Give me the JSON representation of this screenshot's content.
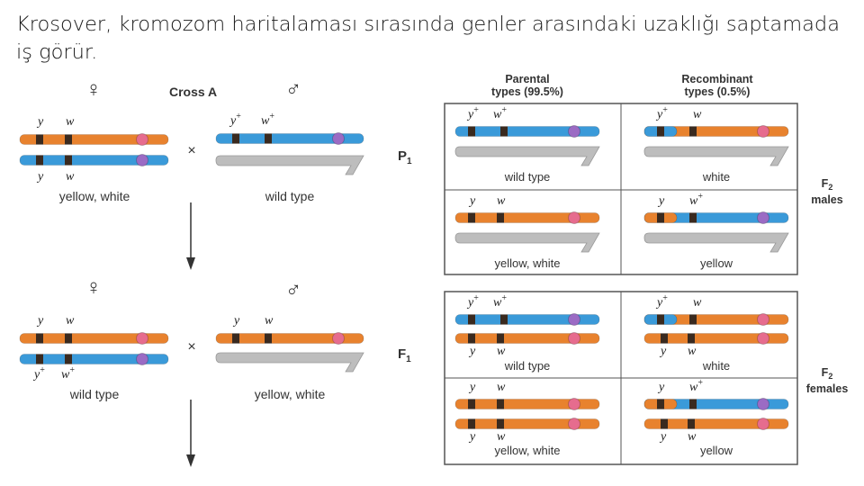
{
  "slide": {
    "title": "Krosover, kromozom haritalaması sırasında genler arasındaki uzaklığı saptamada iş görür."
  },
  "colors": {
    "orange": "#E8822E",
    "blue": "#3A9AD9",
    "gray_y": "#BDBDBD",
    "gene_band": "#3a2a1f",
    "pink_centromere": "#E66C8E",
    "purple_centromere": "#9B6BC4",
    "panel_border": "#555555"
  },
  "cross": {
    "title": "Cross A",
    "female_symbol": "♀",
    "male_symbol": "♂",
    "times_symbol": "×",
    "arrow_symbol": "↓",
    "p1": {
      "label_main": "P",
      "label_sub": "1",
      "female": {
        "top_genes": [
          "y",
          "w"
        ],
        "bottom_genes": [
          "y",
          "w"
        ],
        "phenotype": "yellow, white"
      },
      "male": {
        "top_genes": [
          "y",
          "w"
        ],
        "top_plus": [
          "+",
          "+"
        ],
        "phenotype": "wild type"
      }
    },
    "f1": {
      "label_main": "F",
      "label_sub": "1",
      "female": {
        "top_genes": [
          "y",
          "w"
        ],
        "bottom_genes": [
          "y",
          "w"
        ],
        "bottom_plus": [
          "+",
          "+"
        ],
        "phenotype": "wild type"
      },
      "male": {
        "top_genes": [
          "y",
          "w"
        ],
        "phenotype": "yellow, white"
      }
    }
  },
  "panels": {
    "parental_header": "Parental",
    "parental_sub": "types (99.5%)",
    "recombinant_header": "Recombinant",
    "recombinant_sub": "types (0.5%)",
    "f2_main": "F",
    "f2_sub": "2",
    "males_label": "males",
    "females_label": "females",
    "males": {
      "parental_top": {
        "genes": [
          "y",
          "w"
        ],
        "plus": [
          "+",
          "+"
        ],
        "phenotype": "wild type"
      },
      "recombinant_top": {
        "genes": [
          "y",
          "w"
        ],
        "plus": [
          "+",
          ""
        ],
        "phenotype": "white"
      },
      "parental_bottom": {
        "genes": [
          "y",
          "w"
        ],
        "plus": [
          "",
          ""
        ],
        "phenotype": "yellow, white"
      },
      "recombinant_bottom": {
        "genes": [
          "y",
          "w"
        ],
        "plus": [
          "",
          "+"
        ],
        "phenotype": "yellow"
      }
    },
    "females": {
      "parental_top": {
        "top_genes": [
          "y",
          "w"
        ],
        "top_plus": [
          "+",
          "+"
        ],
        "bottom_genes": [
          "y",
          "w"
        ],
        "phenotype": "wild type"
      },
      "recombinant_top": {
        "top_genes": [
          "y",
          "w"
        ],
        "top_plus": [
          "+",
          ""
        ],
        "bottom_genes": [
          "y",
          "w"
        ],
        "phenotype": "white"
      },
      "parental_bottom": {
        "top_genes": [
          "y",
          "w"
        ],
        "bottom_genes": [
          "y",
          "w"
        ],
        "phenotype": "yellow, white"
      },
      "recombinant_bottom": {
        "top_genes": [
          "y",
          "w"
        ],
        "top_plus": [
          "",
          "+"
        ],
        "bottom_genes": [
          "y",
          "w"
        ],
        "phenotype": "yellow"
      }
    }
  }
}
